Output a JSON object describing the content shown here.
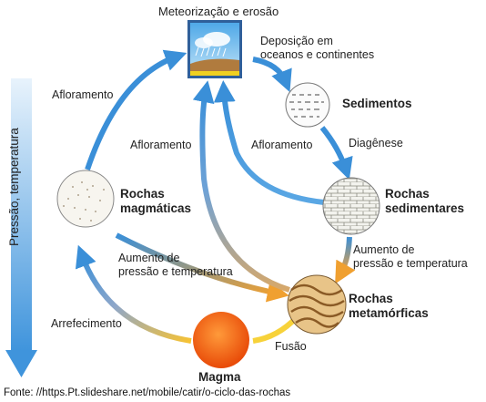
{
  "title": "Meteorização e erosão",
  "axis_label": "Pressão, temperatura",
  "nodes": {
    "sedimentos": "Sedimentos",
    "rochas_sedimentares": [
      "Rochas",
      "sedimentares"
    ],
    "rochas_metamorficas": [
      "Rochas",
      "metamórficas"
    ],
    "magma": "Magma",
    "rochas_magmaticas": [
      "Rochas",
      "magmáticas"
    ]
  },
  "processes": {
    "deposicao": [
      "Deposição em",
      "oceanos e continentes"
    ],
    "diagenese": "Diagênese",
    "aumento_right": [
      "Aumento de",
      "pressão e temperatura"
    ],
    "aumento_left": [
      "Aumento de",
      "pressão e temperatura"
    ],
    "fusao": "Fusão",
    "arrefecimento": "Arrefecimento",
    "afloramento_outer": "Afloramento",
    "afloramento_middle": "Afloramento",
    "afloramento_inner": "Afloramento"
  },
  "source": "Fonte: //https.Pt.slideshare.net/mobile/catir/o-ciclo-das-rochas",
  "colors": {
    "arrow_blue": "#3a8fd8",
    "arrow_orange": "#f0a030",
    "arrow_yellow": "#f7d23a",
    "magma": "#f05a10",
    "side_bar": "#4a9de0"
  }
}
